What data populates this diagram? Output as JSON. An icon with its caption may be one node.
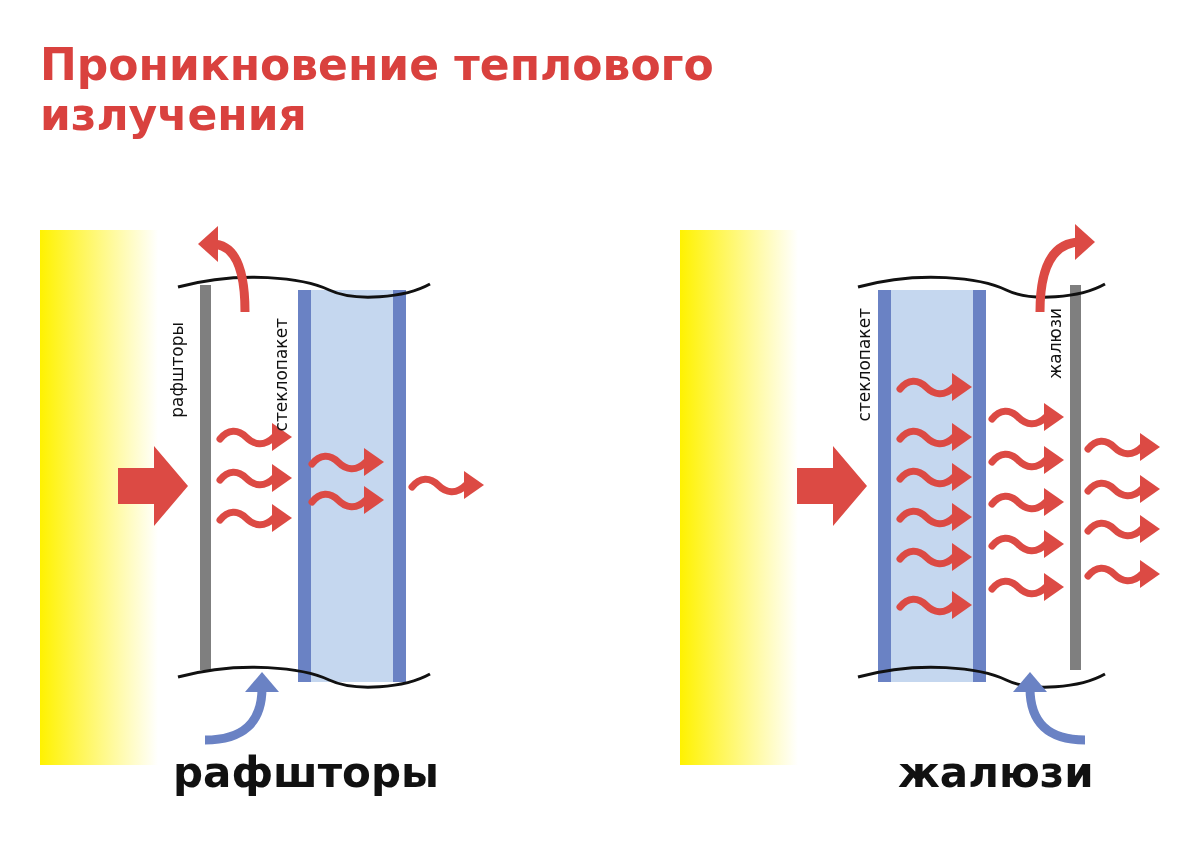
{
  "diagram": {
    "title": "Проникновение теплового излучения",
    "labels": [
      "рафшторы",
      "стеклопакет",
      "рафшторы",
      "стеклопакет",
      "жалюзи",
      "жалюзи"
    ]
  }
}
